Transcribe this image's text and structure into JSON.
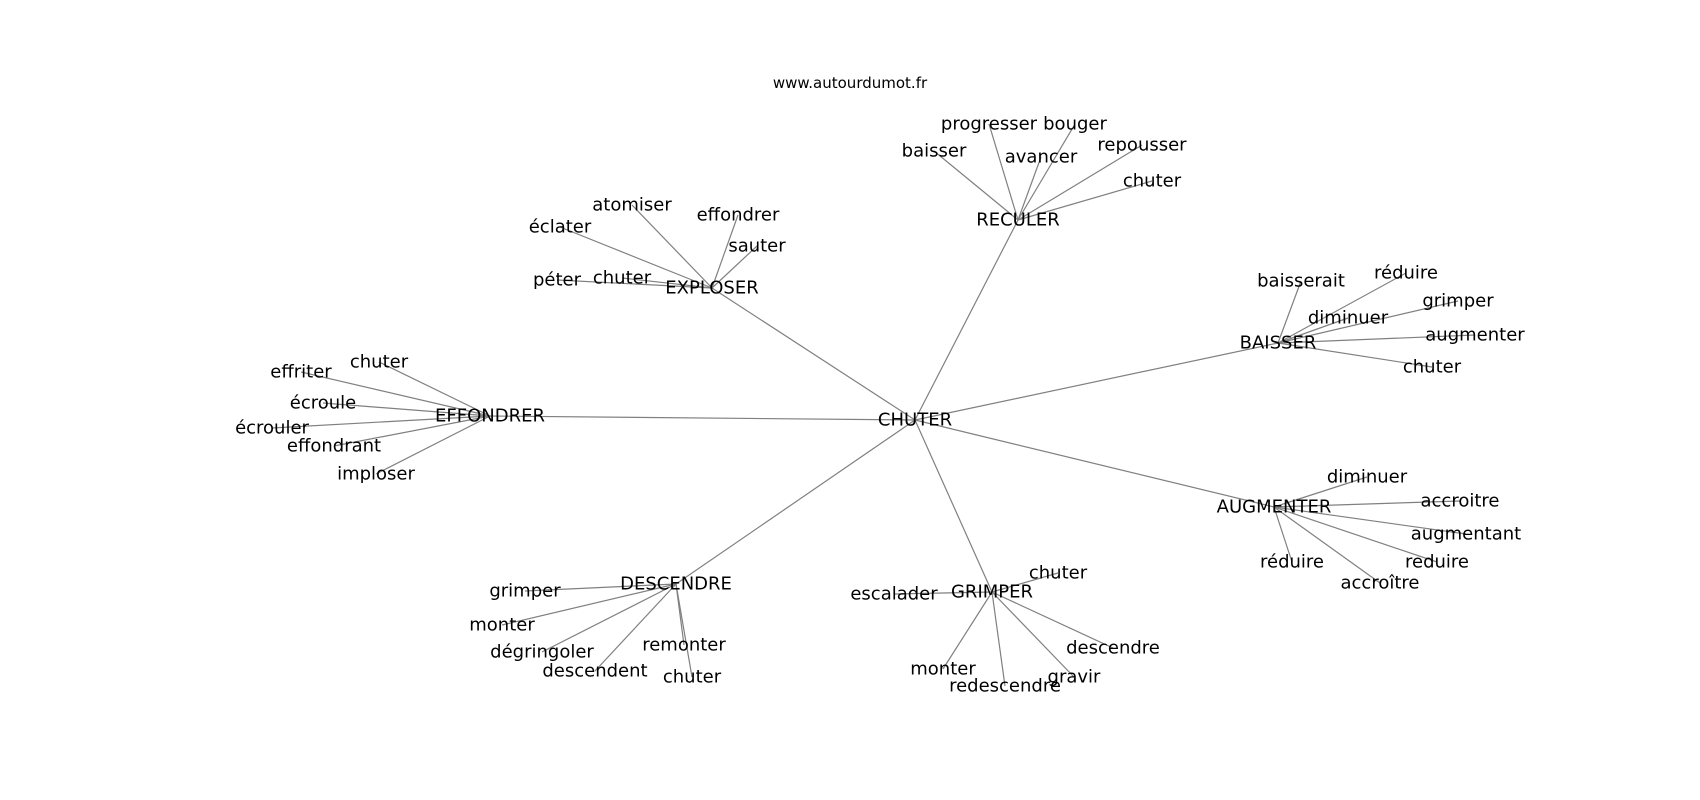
{
  "site": "www.autourdumot.fr",
  "center": {
    "word": "CHUTER"
  },
  "groups": [
    {
      "id": "exploser",
      "word": "EXPLOSER",
      "leaves": [
        "atomiser",
        "éclater",
        "effondrer",
        "sauter",
        "péter",
        "chuter"
      ]
    },
    {
      "id": "reculer",
      "word": "RECULER",
      "leaves": [
        "progresser",
        "bouger",
        "baisser",
        "avancer",
        "repousser",
        "chuter"
      ]
    },
    {
      "id": "baisser",
      "word": "BAISSER",
      "leaves": [
        "baisserait",
        "réduire",
        "grimper",
        "diminuer",
        "augmenter",
        "chuter"
      ]
    },
    {
      "id": "effondrer",
      "word": "EFFONDRER",
      "leaves": [
        "chuter",
        "effriter",
        "écroule",
        "écrouler",
        "effondrant",
        "imploser"
      ]
    },
    {
      "id": "augmenter",
      "word": "AUGMENTER",
      "leaves": [
        "diminuer",
        "accroitre",
        "augmentant",
        "réduire",
        "reduire",
        "accroître"
      ]
    },
    {
      "id": "descendre",
      "word": "DESCENDRE",
      "leaves": [
        "grimper",
        "monter",
        "dégringoler",
        "descendent",
        "remonter",
        "chuter"
      ]
    },
    {
      "id": "grimper",
      "word": "GRIMPER",
      "leaves": [
        "chuter",
        "escalader",
        "descendre",
        "monter",
        "redescendre",
        "gravir"
      ]
    }
  ]
}
